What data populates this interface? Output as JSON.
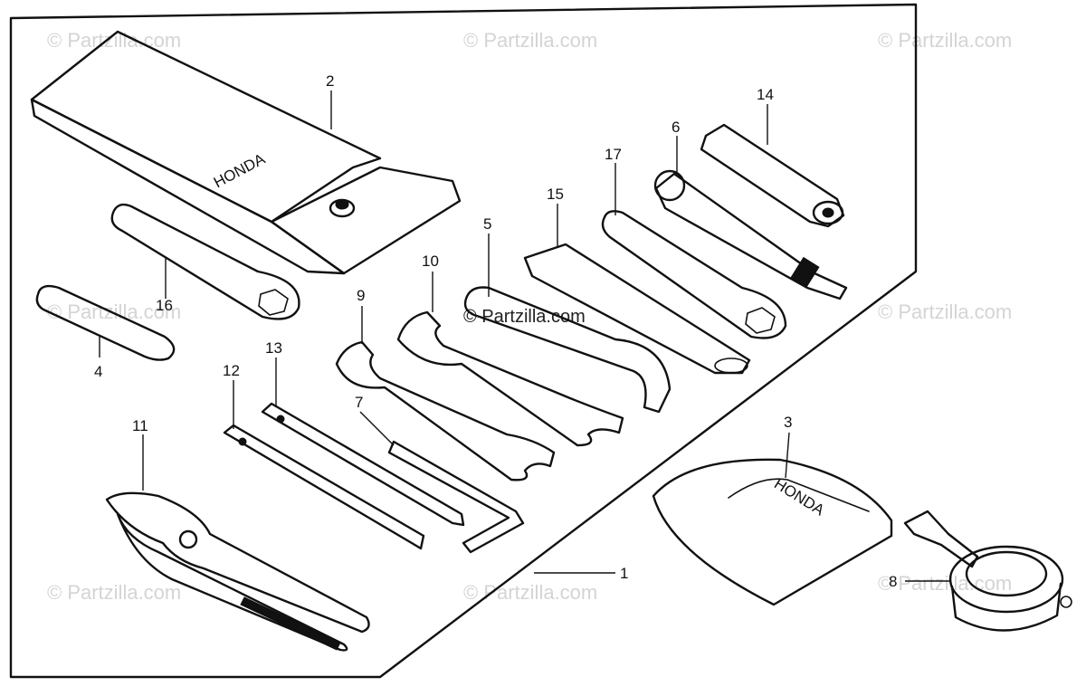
{
  "watermark": {
    "text": "© Partzilla.com"
  },
  "callouts": [
    {
      "id": "1",
      "label": "1"
    },
    {
      "id": "2",
      "label": "2"
    },
    {
      "id": "3",
      "label": "3"
    },
    {
      "id": "4",
      "label": "4"
    },
    {
      "id": "5",
      "label": "5"
    },
    {
      "id": "6",
      "label": "6"
    },
    {
      "id": "7",
      "label": "7"
    },
    {
      "id": "8",
      "label": "8"
    },
    {
      "id": "9",
      "label": "9"
    },
    {
      "id": "10",
      "label": "10"
    },
    {
      "id": "11",
      "label": "11"
    },
    {
      "id": "12",
      "label": "12"
    },
    {
      "id": "13",
      "label": "13"
    },
    {
      "id": "14",
      "label": "14"
    },
    {
      "id": "15",
      "label": "15"
    },
    {
      "id": "16",
      "label": "16"
    },
    {
      "id": "17",
      "label": "17"
    }
  ],
  "pouch_branding": "HONDA",
  "colors": {
    "ink": "#111111",
    "watermark": "#d4d4d4",
    "background": "#ffffff"
  }
}
